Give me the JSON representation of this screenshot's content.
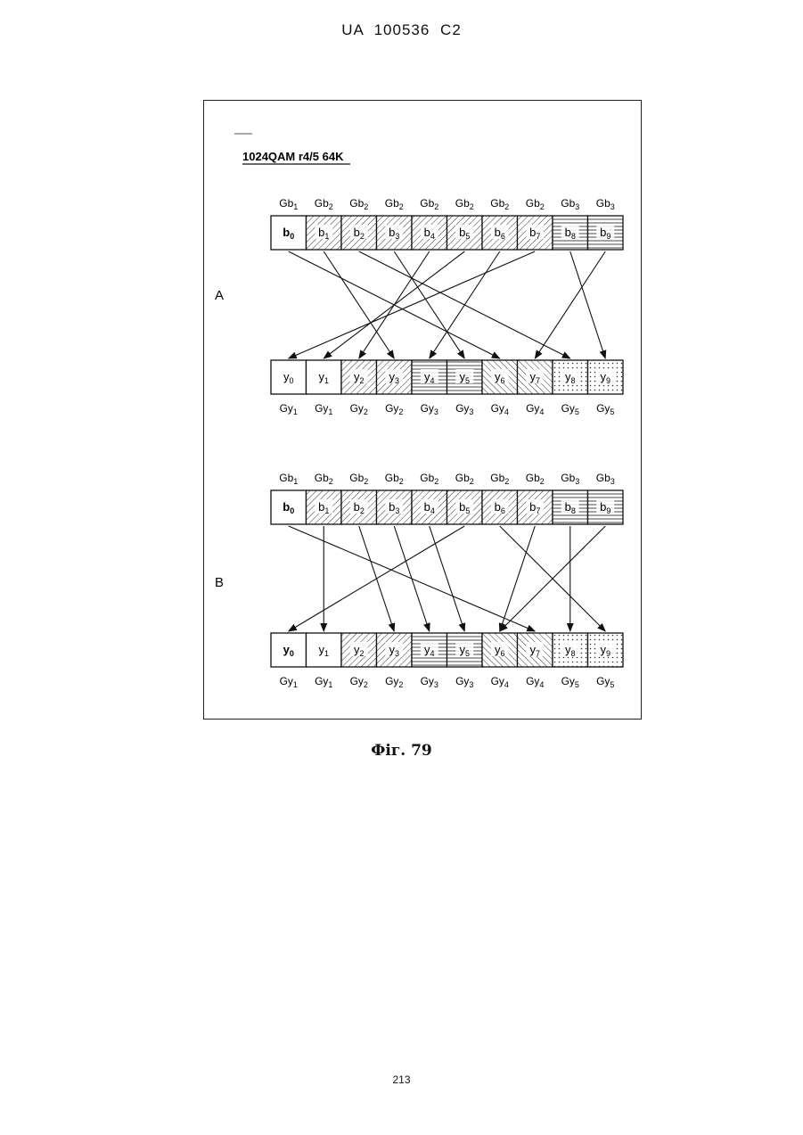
{
  "header": {
    "patent_id": "UA   100536   C2"
  },
  "figure": {
    "title": "1024QAM r4/5 64K",
    "caption": "Фіг. 79",
    "cell_labels_b": [
      "b0",
      "b1",
      "b2",
      "b3",
      "b4",
      "b5",
      "b6",
      "b7",
      "b8",
      "b9"
    ],
    "cell_labels_y": [
      "y0",
      "y1",
      "y2",
      "y3",
      "y4",
      "y5",
      "y6",
      "y7",
      "y8",
      "y9"
    ],
    "group_labels_b": [
      "Gb1",
      "Gb2",
      "Gb2",
      "Gb2",
      "Gb2",
      "Gb2",
      "Gb2",
      "Gb2",
      "Gb3",
      "Gb3"
    ],
    "group_labels_y": [
      "Gy1",
      "Gy1",
      "Gy2",
      "Gy2",
      "Gy3",
      "Gy3",
      "Gy4",
      "Gy4",
      "Gy5",
      "Gy5"
    ],
    "panels": [
      {
        "label": "A",
        "mapping": [
          [
            0,
            6
          ],
          [
            1,
            3
          ],
          [
            2,
            8
          ],
          [
            3,
            5
          ],
          [
            4,
            2
          ],
          [
            5,
            1
          ],
          [
            6,
            4
          ],
          [
            7,
            0
          ],
          [
            8,
            9
          ],
          [
            9,
            7
          ]
        ]
      },
      {
        "label": "B",
        "mapping": [
          [
            0,
            7
          ],
          [
            1,
            1
          ],
          [
            2,
            3
          ],
          [
            3,
            4
          ],
          [
            4,
            5
          ],
          [
            5,
            0
          ],
          [
            6,
            9
          ],
          [
            7,
            6
          ],
          [
            8,
            8
          ],
          [
            9,
            6
          ]
        ]
      }
    ],
    "colors": {
      "line": "#111111",
      "fill": "#ffffff"
    }
  },
  "footer": {
    "page_number": "213"
  }
}
